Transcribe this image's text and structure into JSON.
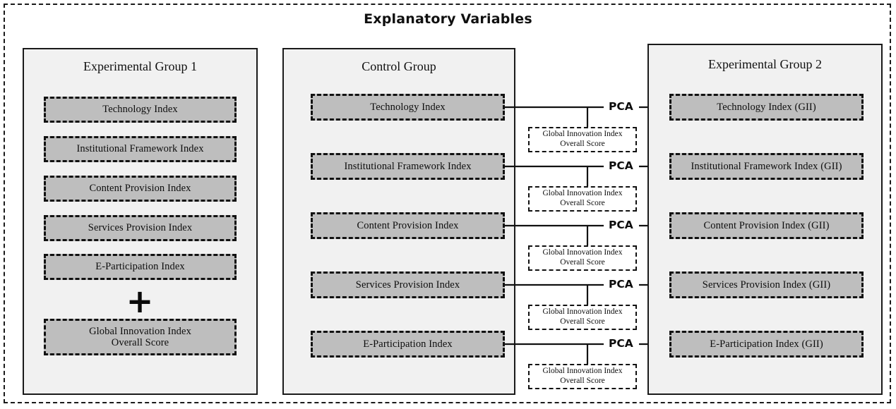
{
  "diagram": {
    "title": "Explanatory Variables",
    "pca_label": "PCA"
  },
  "experimental_group_1": {
    "title": "Experimental Group 1",
    "items": [
      {
        "label": "Technology Index"
      },
      {
        "label": "Institutional Framework Index"
      },
      {
        "label": "Content Provision Index"
      },
      {
        "label": "Services Provision Index"
      },
      {
        "label": "E-Participation Index"
      }
    ],
    "operator": "+",
    "combined": {
      "line1": "Global Innovation Index",
      "line2": "Overall Score"
    }
  },
  "control_group": {
    "title": "Control Group",
    "items": [
      {
        "label": "Technology Index"
      },
      {
        "label": "Institutional Framework Index"
      },
      {
        "label": "Content Provision Index"
      },
      {
        "label": "Services Provision Index"
      },
      {
        "label": "E-Participation Index"
      }
    ]
  },
  "connectors": {
    "gii_boxes": [
      {
        "line1": "Global Innovation Index",
        "line2": "Overall Score"
      },
      {
        "line1": "Global Innovation Index",
        "line2": "Overall Score"
      },
      {
        "line1": "Global Innovation Index",
        "line2": "Overall Score"
      },
      {
        "line1": "Global Innovation Index",
        "line2": "Overall Score"
      },
      {
        "line1": "Global Innovation Index",
        "line2": "Overall Score"
      }
    ],
    "pca_labels": [
      "PCA",
      "PCA",
      "PCA",
      "PCA",
      "PCA"
    ]
  },
  "experimental_group_2": {
    "title": "Experimental Group 2",
    "items": [
      {
        "label": "Technology Index (GII)"
      },
      {
        "label": "Institutional Framework Index (GII)"
      },
      {
        "label": "Content Provision Index (GII)"
      },
      {
        "label": "Services Provision Index (GII)"
      },
      {
        "label": "E-Participation Index (GII)"
      }
    ]
  },
  "colors": {
    "box_fill": "#bebebe",
    "panel_fill": "#f1f1f1",
    "stroke": "#111111",
    "background": "#ffffff"
  }
}
